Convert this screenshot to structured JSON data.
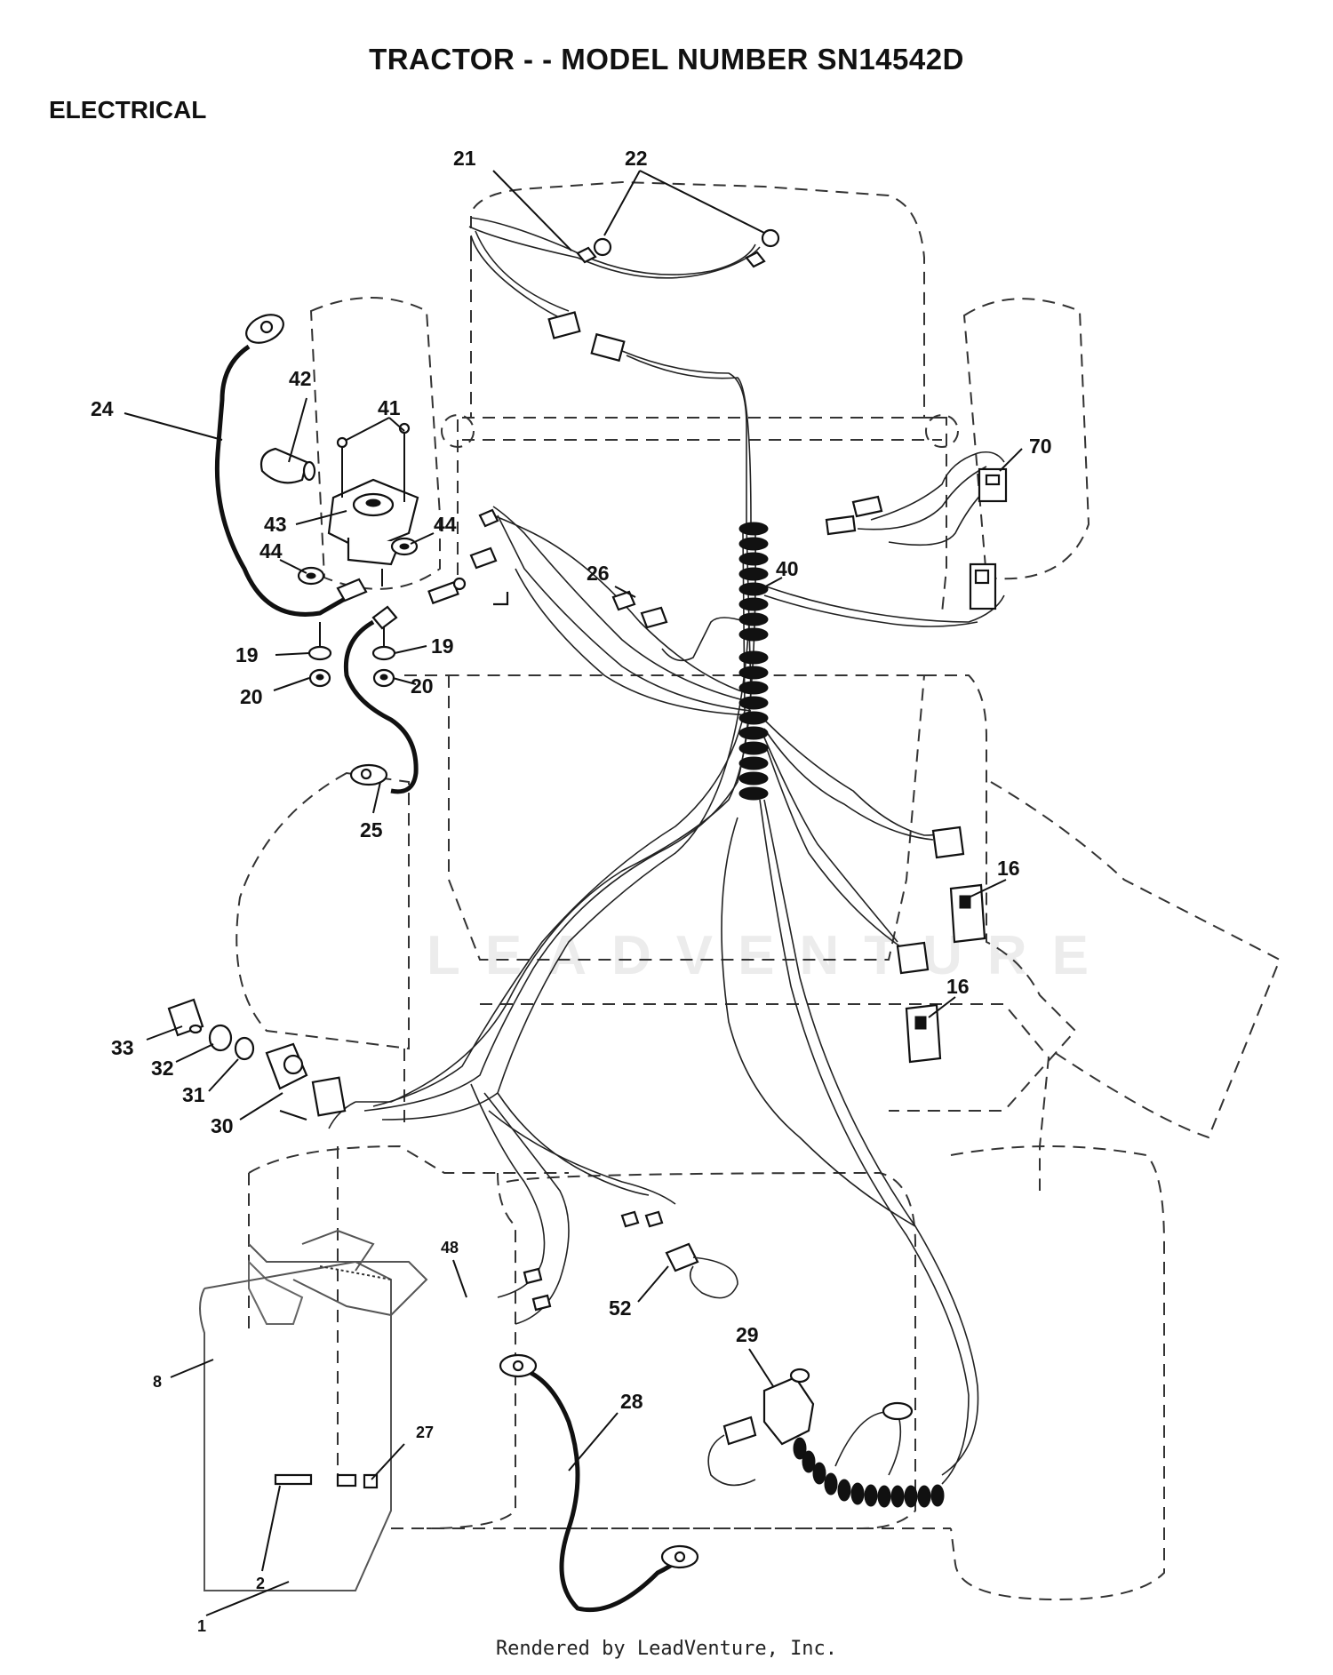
{
  "header": {
    "title": "TRACTOR - - MODEL NUMBER SN14542D",
    "section": "ELECTRICAL"
  },
  "footer": {
    "text": "Rendered by LeadVenture, Inc."
  },
  "watermark": {
    "text": "LEADVENTURE"
  },
  "part_labels": {
    "p21": "21",
    "p22": "22",
    "p24": "24",
    "p42": "42",
    "p41": "41",
    "p43": "43",
    "p44a": "44",
    "p44b": "44",
    "p70": "70",
    "p26": "26",
    "p40": "40",
    "p19a": "19",
    "p19b": "19",
    "p20a": "20",
    "p20b": "20",
    "p25": "25",
    "p16a": "16",
    "p16b": "16",
    "p33": "33",
    "p32": "32",
    "p31": "31",
    "p30": "30",
    "p48": "48",
    "p52": "52",
    "p29": "29",
    "p8": "8",
    "p28": "28",
    "p27": "27",
    "p2": "2",
    "p1": "1"
  }
}
